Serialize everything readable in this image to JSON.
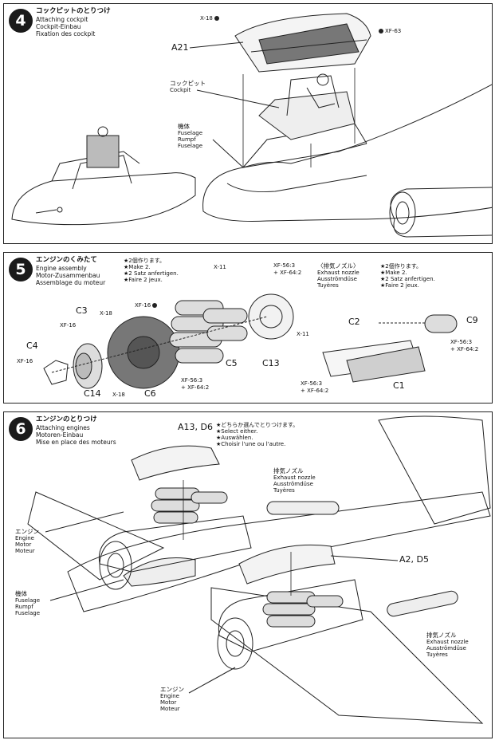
{
  "step4": {
    "number": "4",
    "title_ja": "コックピットのとりつけ",
    "title_en": "Attaching cockpit",
    "title_de": "Cockpit-Einbau",
    "title_fr": "Fixation des cockpit",
    "part_a21": "A21",
    "code_x18": "X-18",
    "code_xf63": "XF-63",
    "cockpit_ja": "コックピット",
    "cockpit_en": "Cockpit",
    "fuselage_ja": "機体",
    "fuselage_en": "Fuselage",
    "fuselage_de": "Rumpf",
    "fuselage_fr": "Fuselage"
  },
  "step5": {
    "number": "5",
    "title_ja": "エンジンのくみたて",
    "title_en": "Engine assembly",
    "title_de": "Motor-Zusammenbau",
    "title_fr": "Assemblage du moteur",
    "make2_ja": "★2個作ります。",
    "make2_en": "★Make 2.",
    "make2_de": "★2 Satz anfertigen.",
    "make2_fr": "★Faire 2 jeux.",
    "exhaust_title_ja": "〈排気ノズル〉",
    "exhaust_title_de": "Ausströmdüse",
    "exhaust_title_fr": "Tuyères",
    "exhaust_title_en": "Exhaust nozzle",
    "make2b_ja": "★2個作ります。",
    "make2b_en": "★Make 2.",
    "make2b_de": "★2 Satz anfertigen.",
    "make2b_fr": "★Faire 2 jeux.",
    "parts": {
      "c3": "C3",
      "c4": "C4",
      "c5": "C5",
      "c6": "C6",
      "c13": "C13",
      "c14": "C14",
      "c1": "C1",
      "c2": "C2",
      "c9": "C9"
    },
    "codes": {
      "x11_top": "X-11",
      "xf56_top_a": "XF-56:3",
      "xf56_top_b": "+ XF-64:2",
      "xf16_a": "XF-16",
      "x18_a": "X-18",
      "xf16_b": "XF-16",
      "xf16_c": "XF-16",
      "x11_b": "X-11",
      "xf56_mid_a": "XF-56:3",
      "xf56_mid_b": "+ XF-64:2",
      "x18_b": "X-18",
      "xf56_low_a": "XF-56:3",
      "xf56_low_b": "+ XF-64:2",
      "xf56_r_a": "XF-56:3",
      "xf56_r_b": "+ XF-64:2"
    }
  },
  "step6": {
    "number": "6",
    "title_ja": "エンジンのとりつけ",
    "title_en": "Attaching engines",
    "title_de": "Motoren-Einbau",
    "title_fr": "Mise en place des moteurs",
    "part_a13": "A13, D6",
    "part_a2": "A2, D5",
    "select_ja": "★どちらか選んでとりつけます。",
    "select_en": "★Select either.",
    "select_de": "★Auswählen.",
    "select_fr": "★Choisir l'une ou l'autre.",
    "exhaust1_ja": "排気ノズル",
    "exhaust1_en": "Exhaust nozzle",
    "exhaust1_de": "Ausströmdüse",
    "exhaust1_fr": "Tuyères",
    "exhaust2_ja": "排気ノズル",
    "exhaust2_en": "Exhaust nozzle",
    "exhaust2_de": "Ausströmdüse",
    "exhaust2_fr": "Tuyères",
    "engine1_ja": "エンジン",
    "engine1_en": "Engine",
    "engine1_de": "Motor",
    "engine1_fr": "Moteur",
    "engine2_ja": "エンジン",
    "engine2_en": "Engine",
    "engine2_de": "Motor",
    "engine2_fr": "Moteur",
    "fuselage_ja": "機体",
    "fuselage_en": "Fuselage",
    "fuselage_de": "Rumpf",
    "fuselage_fr": "Fuselage"
  }
}
